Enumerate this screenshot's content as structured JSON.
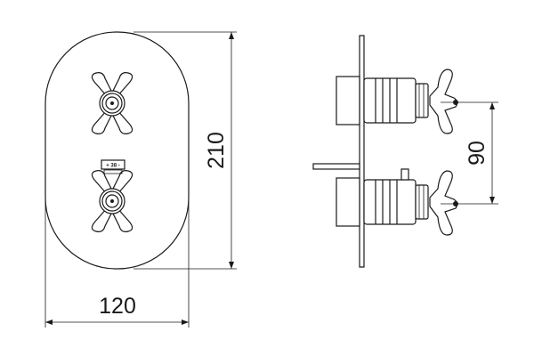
{
  "dimensions": {
    "height_label": "210",
    "width_label": "120",
    "spacing_label": "90"
  },
  "thermostat_scale_label": "+ 38 -"
}
